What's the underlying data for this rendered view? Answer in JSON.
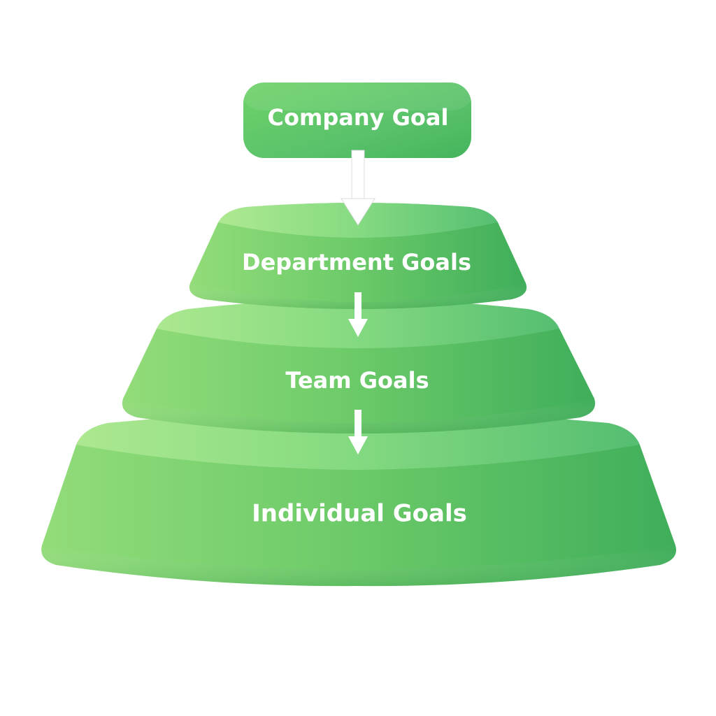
{
  "diagram": {
    "levels": [
      {
        "label": "Company Goal"
      },
      {
        "label": "Department Goals"
      },
      {
        "label": "Team Goals"
      },
      {
        "label": "Individual Goals"
      }
    ],
    "colors": {
      "light_green": "#93dc7a",
      "mid_green": "#6fcc6a",
      "dark_green": "#3fae5a",
      "top_light": "#b9ee9a",
      "arrow": "#ffffff",
      "text": "#ffffff"
    }
  }
}
